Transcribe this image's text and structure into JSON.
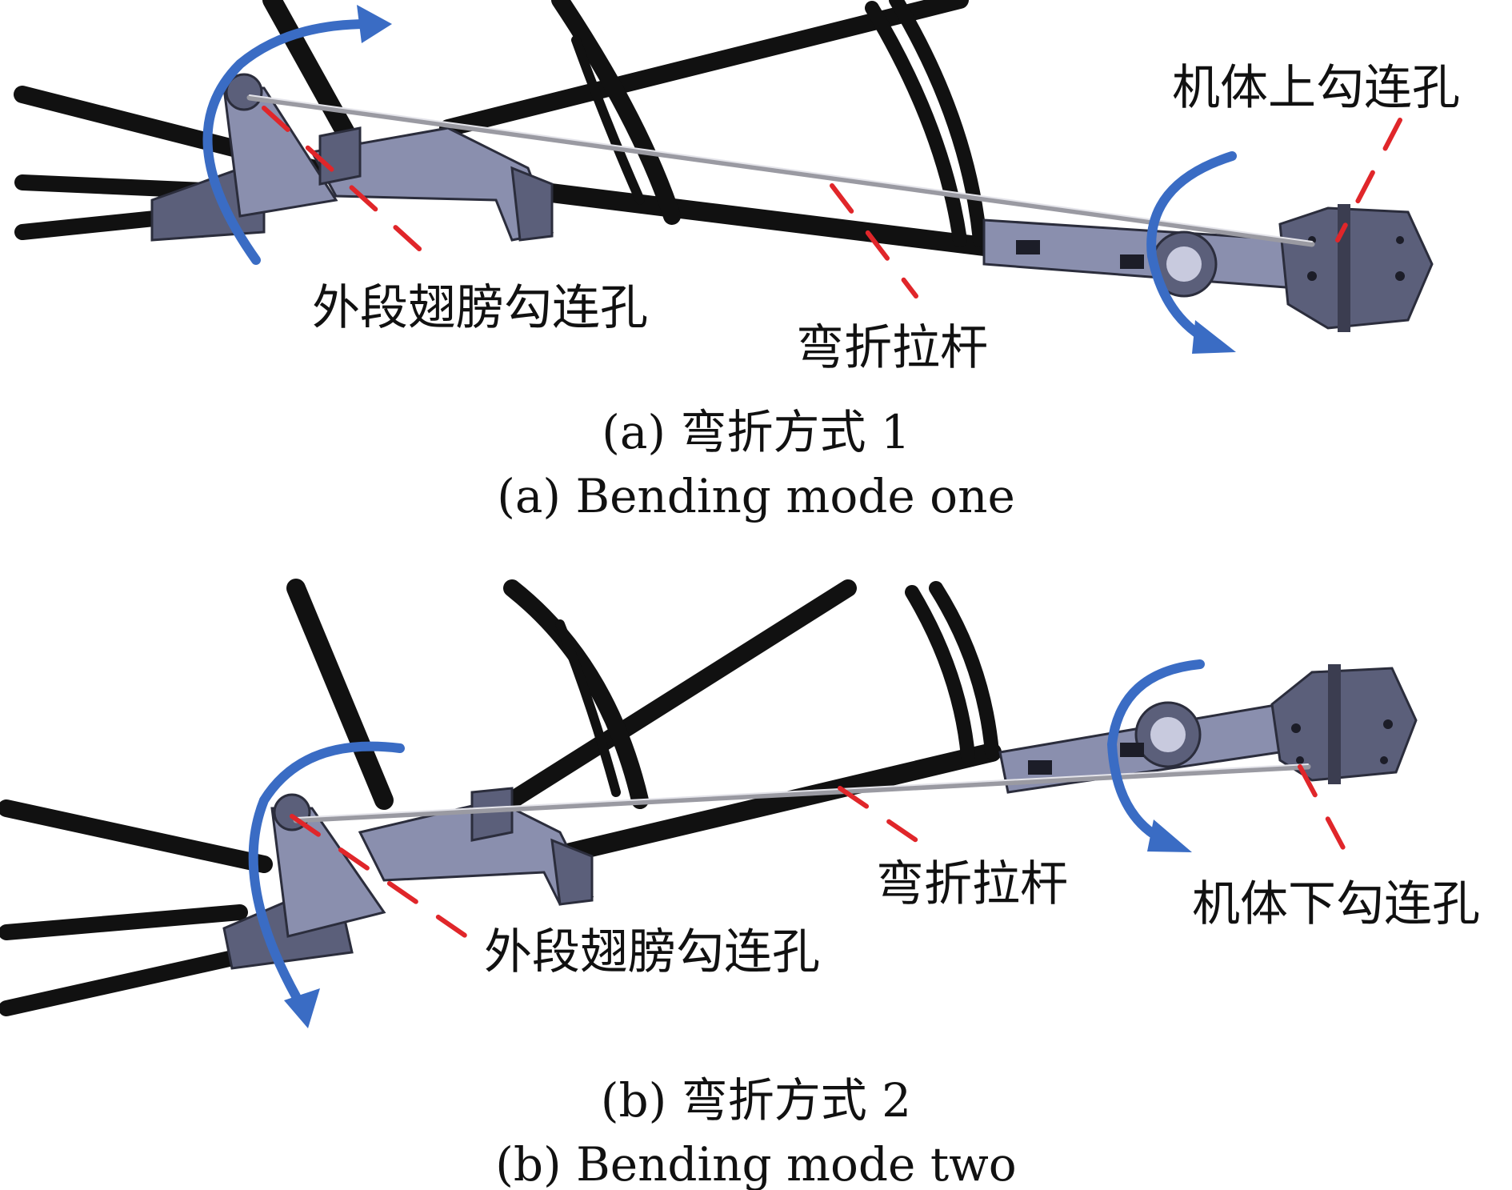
{
  "panel_a": {
    "labels": {
      "outer_wing_hole": "外段翅膀勾连孔",
      "rod": "弯折拉杆",
      "body_upper_hole": "机体上勾连孔"
    },
    "caption_cn": "(a) 弯折方式 1",
    "caption_en": "(a) Bending mode one"
  },
  "panel_b": {
    "labels": {
      "outer_wing_hole": "外段翅膀勾连孔",
      "rod": "弯折拉杆",
      "body_lower_hole": "机体下勾连孔"
    },
    "caption_cn": "(b) 弯折方式 2",
    "caption_en": "(b) Bending mode two"
  },
  "colors": {
    "arrow": "#3a6cc4",
    "leader": "#e0262a",
    "spar": "#111111",
    "part": "#5b5f7a"
  }
}
